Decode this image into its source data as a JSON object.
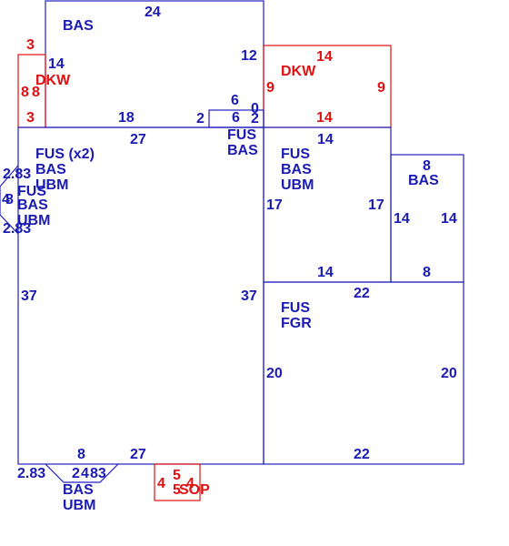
{
  "colors": {
    "main": "#1a1ab4",
    "deck": "#e01010"
  },
  "labels": {
    "top_bas": "BAS",
    "top_width": "24",
    "top_right_side": "12",
    "top_bottom_left": "18",
    "top_bottom_2a": "2",
    "top_bottom_6": "6",
    "top_bottom_2b": "2",
    "top_bump_6": "6",
    "top_bump_0": "0",
    "top_left_14": "14",
    "dkw_left_code": "DKW",
    "dkw_left_top": "3",
    "dkw_left_bottom": "3",
    "dkw_left_side_a": "8",
    "dkw_left_side_b": "8",
    "dkw_right_code": "DKW",
    "dkw_right_top": "14",
    "dkw_right_bottom": "14",
    "dkw_right_left": "9",
    "dkw_right_right": "9",
    "fus_bas_small_1": "FUS",
    "fus_bas_small_2": "BAS",
    "main_top": "27",
    "main_left": "37",
    "main_right": "37",
    "main_bottom": "27",
    "main_fus": "FUS (x2)",
    "main_bas": "BAS",
    "main_ubm": "UBM",
    "bay_fus": "FUS",
    "bay_bas": "BAS",
    "bay_ubm": "UBM",
    "bay_top_a": "2.83",
    "bay_top_b": "4",
    "bay_mid": "8",
    "bay_bottom": "2.83",
    "center_top": "14",
    "center_bottom": "14",
    "center_left": "17",
    "center_right": "17",
    "center_fus": "FUS",
    "center_bas": "BAS",
    "center_ubm": "UBM",
    "right_top": "8",
    "right_bottom": "8",
    "right_left": "14",
    "right_right": "14",
    "right_bas": "BAS",
    "garage_top": "22",
    "garage_bottom": "22",
    "garage_left": "20",
    "garage_right": "20",
    "garage_fus": "FUS",
    "garage_fgr": "FGR",
    "bottom_bay_left": "2.83",
    "bottom_bay_a": "2",
    "bottom_bay_b": "4",
    "bottom_bay_c": "83",
    "bottom_bay_top": "8",
    "bottom_bay_bas": "BAS",
    "bottom_bay_ubm": "UBM",
    "sop_code": "SOP",
    "sop_left": "4",
    "sop_top": "5",
    "sop_right": "4",
    "sop_bottom": "5"
  }
}
